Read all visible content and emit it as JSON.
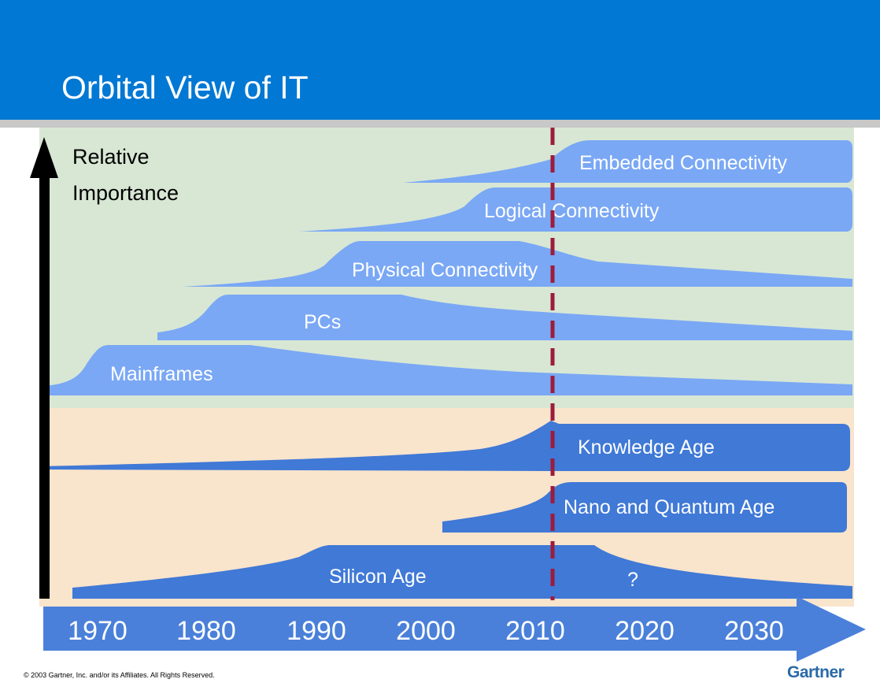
{
  "title": "Orbital View of IT",
  "y_axis_label_line1": "Relative",
  "y_axis_label_line2": "Importance",
  "bands": [
    {
      "label": "Embedded Connectivity",
      "group": "technology"
    },
    {
      "label": "Logical Connectivity",
      "group": "technology"
    },
    {
      "label": "Physical Connectivity",
      "group": "technology"
    },
    {
      "label": "PCs",
      "group": "technology"
    },
    {
      "label": "Mainframes",
      "group": "technology"
    },
    {
      "label": "Knowledge Age",
      "group": "era"
    },
    {
      "label": "Nano and Quantum Age",
      "group": "era"
    },
    {
      "label": "Silicon Age",
      "group": "era"
    },
    {
      "label": "?",
      "group": "era"
    }
  ],
  "timeline_years": [
    "1970",
    "1980",
    "1990",
    "2000",
    "2010",
    "2020",
    "2030"
  ],
  "current_year_marker": 2010,
  "footer": {
    "copyright": "© 2003 Gartner, Inc. and/or its Affiliates. All Rights Reserved.",
    "logo": "Gartner"
  },
  "colors": {
    "header": "#0078d4",
    "tech_background": "#d8e7d4",
    "era_background": "#f9e4cc",
    "tech_band": "#7aa8f5",
    "era_band": "#4079d6",
    "marker": "#9c1c3c"
  }
}
